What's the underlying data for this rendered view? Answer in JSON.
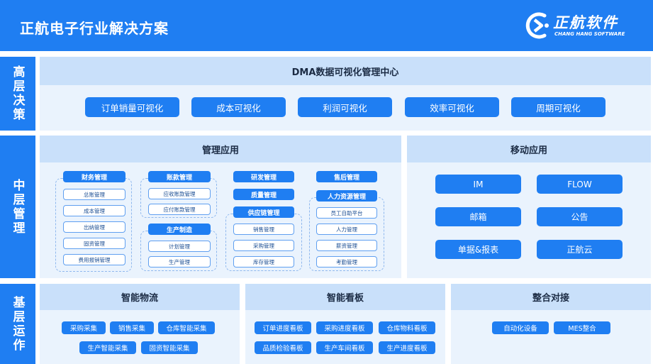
{
  "header": {
    "title": "正航电子行业解决方案",
    "logo_name": "正航软件",
    "logo_sub": "CHANG HANG SOFTWARE"
  },
  "colors": {
    "primary": "#1f7ef2",
    "panel": "#eaf3fd",
    "panel_head": "#c9e0fa"
  },
  "layers": {
    "top": "高层决策",
    "middle": "中层管理",
    "bottom": "基层运作"
  },
  "top": {
    "title": "DMA数据可视化管理中心",
    "items": [
      "订单销量可视化",
      "成本可视化",
      "利润可视化",
      "效率可视化",
      "周期可视化"
    ]
  },
  "mgmt": {
    "title": "管理应用",
    "col1": {
      "head": "财务管理",
      "items": [
        "总账管理",
        "成本管理",
        "出纳管理",
        "固资管理",
        "费用报销管理"
      ]
    },
    "col2": {
      "head": "账款管理",
      "items": [
        "应收账款管理",
        "应付账款管理"
      ],
      "head2": "生产制造",
      "items2": [
        "计划管理",
        "生产管理"
      ]
    },
    "col3": {
      "head": "研发管理",
      "head2": "质量管理",
      "head3": "供应链管理",
      "items": [
        "销售管理",
        "采购管理",
        "库存管理"
      ]
    },
    "col4": {
      "head": "售后管理",
      "head2": "人力资源管理",
      "items": [
        "员工自助平台",
        "人力管理",
        "薪资管理",
        "考勤管理"
      ]
    }
  },
  "mobile": {
    "title": "移动应用",
    "items": [
      "IM",
      "FLOW",
      "邮箱",
      "公告",
      "单据&报表",
      "正航云"
    ]
  },
  "logistics": {
    "title": "智能物流",
    "items": [
      "采购采集",
      "销售采集",
      "仓库智能采集",
      "生产智能采集",
      "固资智能采集"
    ]
  },
  "kanban": {
    "title": "智能看板",
    "items": [
      "订单进度看板",
      "采购进度看板",
      "仓库物料看板",
      "品质检验看板",
      "生产车间看板",
      "生产进度看板"
    ]
  },
  "integration": {
    "title": "整合对接",
    "items": [
      "自动化设备",
      "MES整合"
    ]
  }
}
